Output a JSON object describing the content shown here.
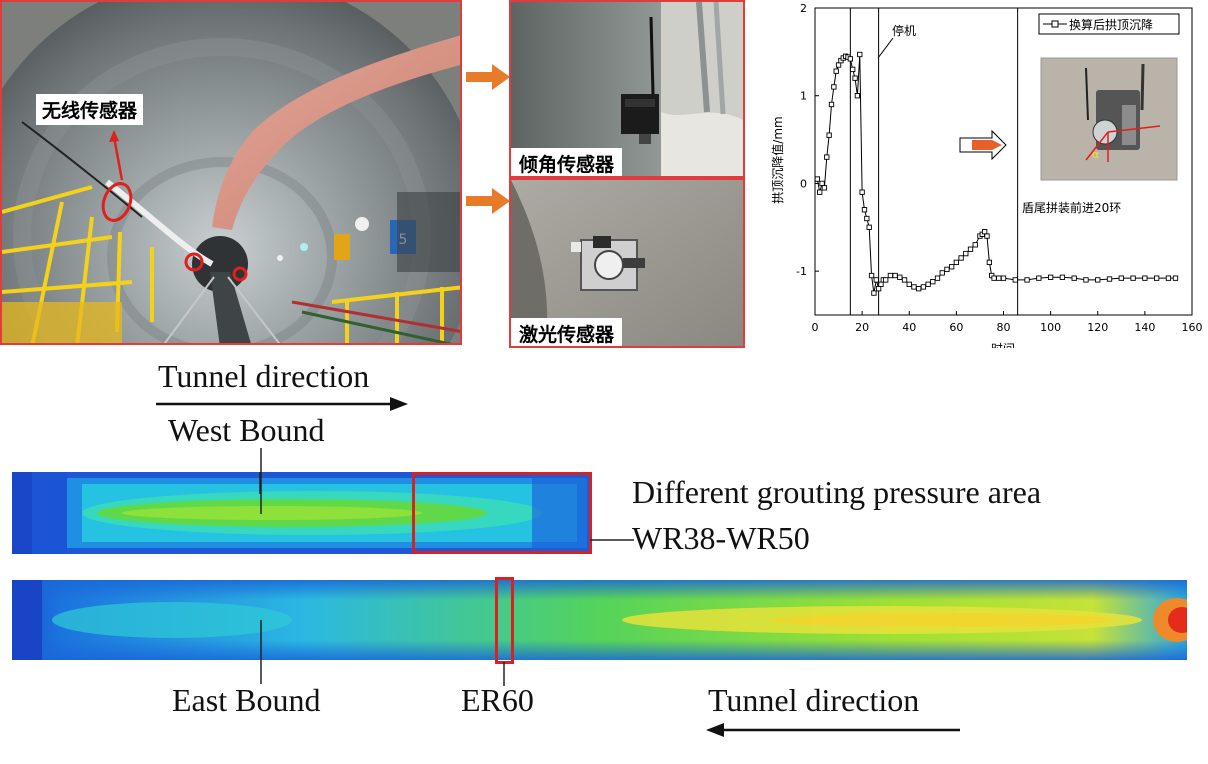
{
  "photos": {
    "tunnel_label": "无线传感器",
    "tilt_label": "倾角传感器",
    "laser_label": "激光传感器",
    "accent": "#e23b3b",
    "arrow_color": "#e87b2a"
  },
  "chart_data": {
    "type": "line",
    "title": "",
    "xlabel": "时间",
    "ylabel": "拱顶沉降值/mm",
    "xlim": [
      0,
      160
    ],
    "ylim": [
      -1.5,
      2
    ],
    "xticks": [
      0,
      20,
      40,
      60,
      80,
      100,
      120,
      140,
      160
    ],
    "yticks": [
      -1,
      0,
      1,
      2
    ],
    "legend_placement": "top-right",
    "series": [
      {
        "name": "换算后拱顶沉降",
        "x": [
          1,
          2,
          3,
          4,
          5,
          6,
          7,
          8,
          9,
          10,
          11,
          12,
          13,
          14,
          15,
          16,
          17,
          18,
          19,
          20,
          21,
          22,
          23,
          24,
          25,
          26,
          27,
          28,
          29,
          30,
          32,
          34,
          36,
          38,
          40,
          42,
          44,
          46,
          48,
          50,
          52,
          54,
          56,
          58,
          60,
          62,
          64,
          66,
          68,
          70,
          71,
          72,
          73,
          74,
          75,
          76,
          78,
          80,
          85,
          90,
          95,
          100,
          105,
          110,
          115,
          120,
          125,
          130,
          135,
          140,
          145,
          150,
          153
        ],
        "y": [
          0.05,
          -0.1,
          0.0,
          -0.05,
          0.3,
          0.55,
          0.9,
          1.1,
          1.28,
          1.35,
          1.4,
          1.43,
          1.45,
          1.44,
          1.42,
          1.3,
          1.2,
          1.0,
          1.47,
          -0.1,
          -0.3,
          -0.4,
          -0.5,
          -1.05,
          -1.25,
          -1.1,
          -1.2,
          -1.15,
          -1.1,
          -1.1,
          -1.05,
          -1.05,
          -1.07,
          -1.1,
          -1.15,
          -1.18,
          -1.2,
          -1.18,
          -1.15,
          -1.12,
          -1.08,
          -1.02,
          -0.98,
          -0.95,
          -0.9,
          -0.85,
          -0.8,
          -0.75,
          -0.7,
          -0.6,
          -0.58,
          -0.55,
          -0.6,
          -0.9,
          -1.05,
          -1.08,
          -1.08,
          -1.08,
          -1.1,
          -1.1,
          -1.08,
          -1.07,
          -1.07,
          -1.08,
          -1.1,
          -1.1,
          -1.09,
          -1.08,
          -1.08,
          -1.08,
          -1.08,
          -1.08,
          -1.08
        ]
      }
    ],
    "vlines": [
      15,
      27,
      86
    ],
    "annotations": {
      "stop": "停机",
      "advance": "盾尾拼装前进20环"
    }
  },
  "diagram": {
    "tunnel_direction_top": "Tunnel direction",
    "west_bound": "West Bound",
    "grouting_area": "Different grouting pressure area",
    "ring_range": "WR38-WR50",
    "east_bound": "East Bound",
    "er_label": "ER60",
    "tunnel_direction_bottom": "Tunnel direction",
    "highlight_color": "#d62222"
  }
}
